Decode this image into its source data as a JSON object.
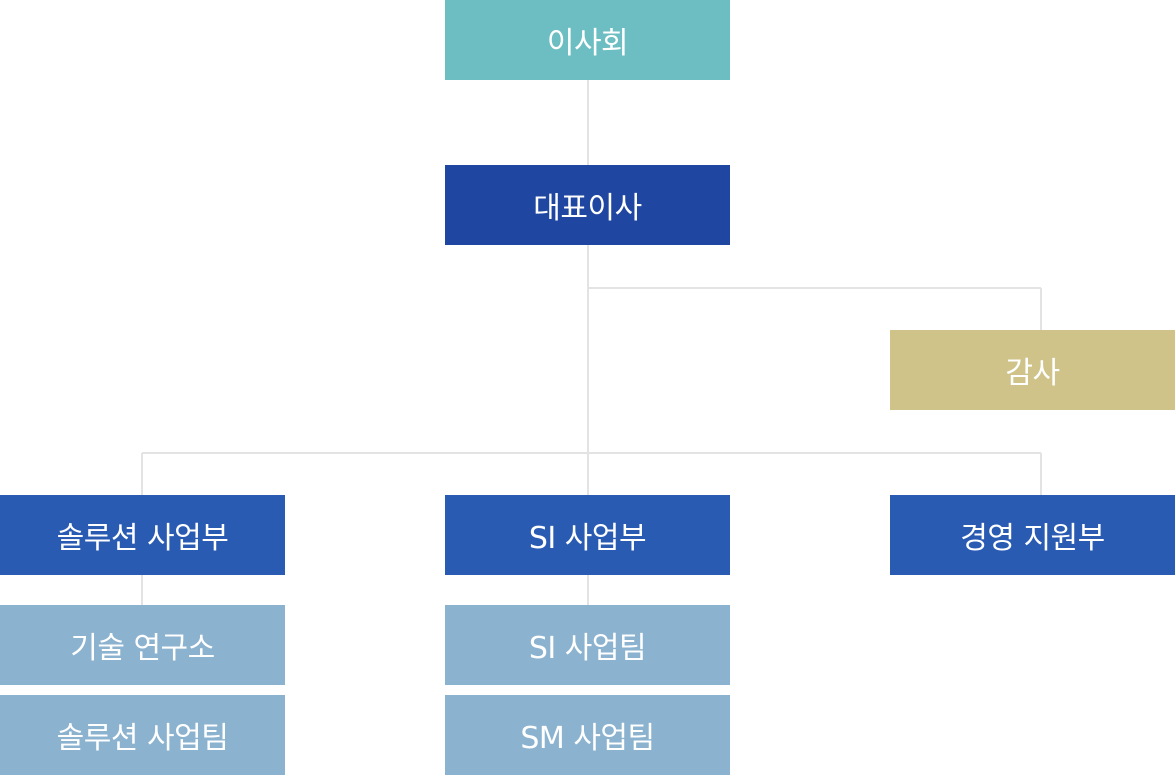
{
  "org_chart": {
    "board": {
      "label": "이사회",
      "color": "#6dbec3"
    },
    "ceo": {
      "label": "대표이사",
      "color": "#1f46a1"
    },
    "audit": {
      "label": "감사",
      "color": "#cfc38a"
    },
    "divisions": [
      {
        "label": "솔루션 사업부",
        "color": "#2a5bb3",
        "teams": [
          {
            "label": "기술 연구소"
          },
          {
            "label": "솔루션 사업팀"
          }
        ]
      },
      {
        "label": "SI 사업부",
        "color": "#2a5bb3",
        "teams": [
          {
            "label": "SI 사업팀"
          },
          {
            "label": "SM 사업팀"
          }
        ]
      },
      {
        "label": "경영 지원부",
        "color": "#2a5bb3",
        "teams": []
      }
    ],
    "team_color": "#8bb2cf",
    "connector_color": "#e3e3e3"
  }
}
